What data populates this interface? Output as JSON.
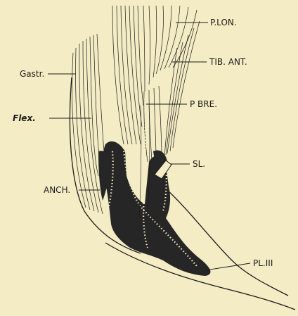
{
  "labels": {
    "p_lon": "P.LON.",
    "tib_ant": "TIB. ANT.",
    "gastr": "Gastr.",
    "p_bre": "P BRE.",
    "flex": "Flex.",
    "sl": "SL.",
    "anch": "ANCH.",
    "pl_iii": "PL.III"
  },
  "colors": {
    "paper": "#f4ecc4",
    "ink": "#1b1b1b",
    "dark_tissue": "#262626"
  }
}
